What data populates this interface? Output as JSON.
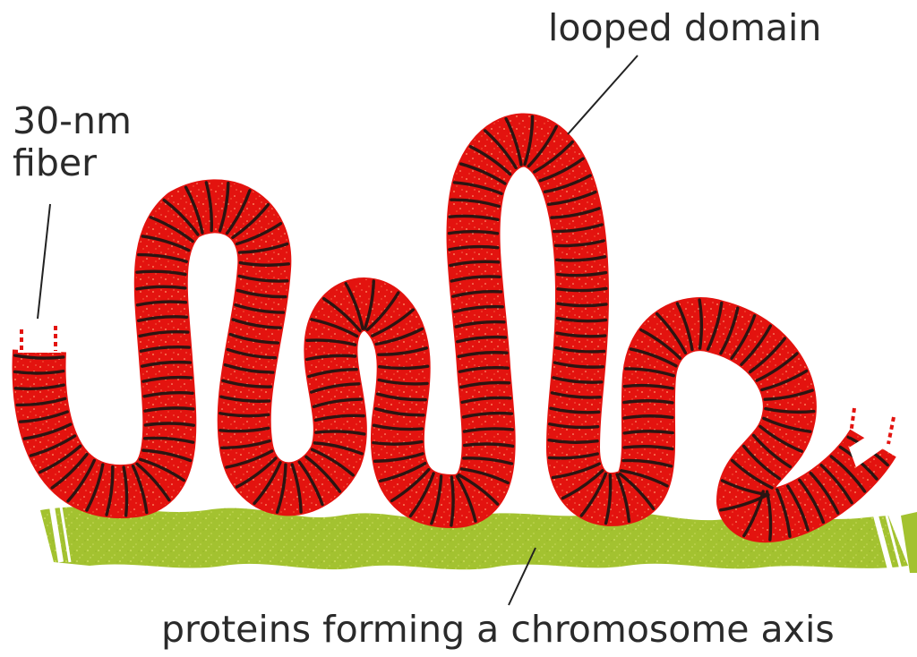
{
  "labels": {
    "fiber_line1": "30-nm",
    "fiber_line2": "fiber",
    "looped_domain": "looped domain",
    "axis": "proteins forming a chromosome axis"
  },
  "colors": {
    "fiber_fill": "#e3130f",
    "fiber_stripe": "#2b1512",
    "fiber_speckle": "#ff9a6e",
    "axis_fill": "#a3c230",
    "axis_speckle": "#d4e36a",
    "pointer_line": "#222222",
    "label_text": "#2a2a2a"
  }
}
